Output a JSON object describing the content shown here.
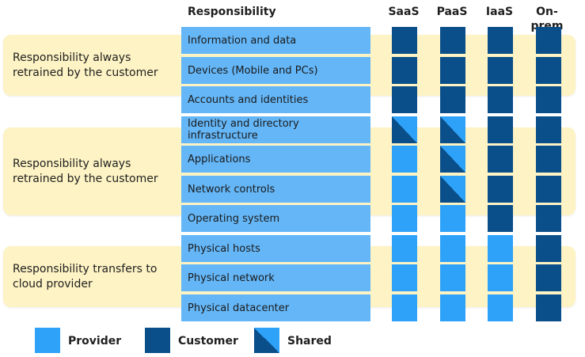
{
  "header": {
    "responsibility": "Responsibility",
    "columns": [
      "SaaS",
      "PaaS",
      "IaaS",
      "On-prem"
    ]
  },
  "bands": [
    {
      "label": "Responsibility always retrained by the customer"
    },
    {
      "label": "Responsibility always retrained by the customer"
    },
    {
      "label": "Responsibility transfers to cloud provider"
    }
  ],
  "rows": [
    {
      "label": "Information and data",
      "cells": [
        "customer",
        "customer",
        "customer",
        "customer"
      ]
    },
    {
      "label": "Devices (Mobile and PCs)",
      "cells": [
        "customer",
        "customer",
        "customer",
        "customer"
      ]
    },
    {
      "label": "Accounts and identities",
      "cells": [
        "customer",
        "customer",
        "customer",
        "customer"
      ]
    },
    {
      "label": "Identity and directory infrastructure",
      "cells": [
        "shared",
        "shared",
        "customer",
        "customer"
      ]
    },
    {
      "label": "Applications",
      "cells": [
        "provider",
        "shared",
        "customer",
        "customer"
      ]
    },
    {
      "label": "Network controls",
      "cells": [
        "provider",
        "shared",
        "customer",
        "customer"
      ]
    },
    {
      "label": "Operating system",
      "cells": [
        "provider",
        "provider",
        "customer",
        "customer"
      ]
    },
    {
      "label": "Physical hosts",
      "cells": [
        "provider",
        "provider",
        "provider",
        "customer"
      ]
    },
    {
      "label": "Physical network",
      "cells": [
        "provider",
        "provider",
        "provider",
        "customer"
      ]
    },
    {
      "label": "Physical datacenter",
      "cells": [
        "provider",
        "provider",
        "provider",
        "customer"
      ]
    }
  ],
  "legend": [
    {
      "key": "provider",
      "label": "Provider"
    },
    {
      "key": "customer",
      "label": "Customer"
    },
    {
      "key": "shared",
      "label": "Shared"
    }
  ],
  "colors": {
    "provider": "#2ea2f8",
    "customer": "#0a4f8a",
    "band": "#fdf3c4",
    "row": "#64b6f7"
  }
}
